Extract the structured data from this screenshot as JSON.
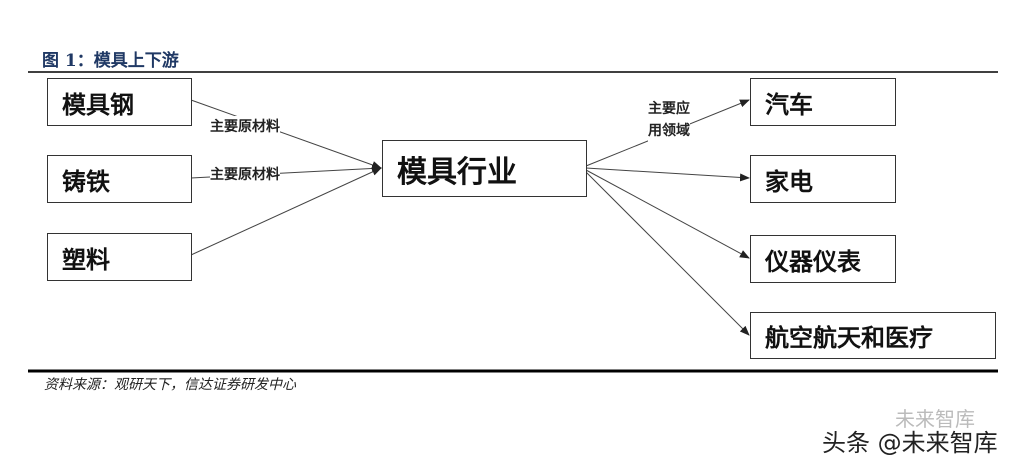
{
  "title": "图 1：模具上下游",
  "upstream": [
    "模具钢",
    "铸铁",
    "塑料"
  ],
  "center": "模具行业",
  "downstream": [
    "汽车",
    "家电",
    "仪器仪表",
    "航空航天和医疗"
  ],
  "edge_labels": {
    "raw_material_1": "主要原材料",
    "raw_material_2": "主要原材料",
    "application_line1": "主要应",
    "application_line2": "用领域"
  },
  "source": "资料来源：观研天下，信达证券研发中心",
  "watermark": {
    "wechat": "未来智库",
    "toutiao": "头条 @未来智库"
  },
  "colors": {
    "title": "#1f3864"
  }
}
